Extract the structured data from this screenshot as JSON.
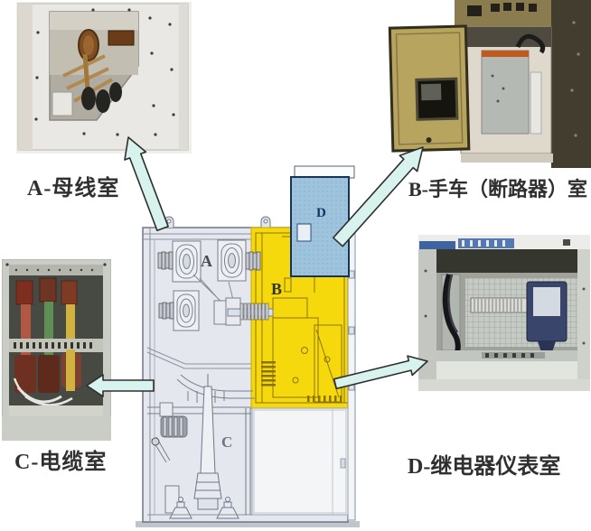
{
  "captions": {
    "a": "A-母线室",
    "b": "B-手车（断路器）室",
    "c": "C-电缆室",
    "d": "D-继电器仪表室"
  },
  "diagram_letters": {
    "a": "A",
    "b": "B",
    "c": "C",
    "d": "D"
  },
  "colors": {
    "breaker_region_yellow": "#f5d90c",
    "relay_box_blue": "#9dc3dd",
    "arrow_fill": "#d8f2ee",
    "cabinet_gray": "#e4e7ed"
  },
  "icons": {
    "callout_arrow": "block-arrow"
  }
}
